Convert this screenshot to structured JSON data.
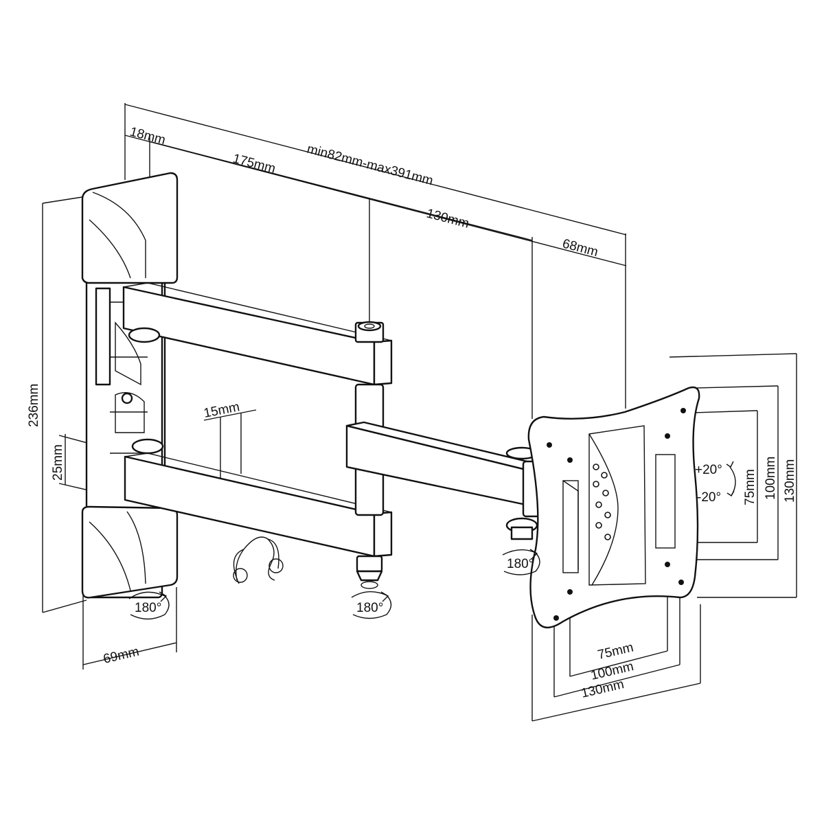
{
  "dimensions": {
    "wall_plate_offset": "18mm",
    "arm_first_segment": "175mm",
    "extension_range": "min82mm-max391mm",
    "arm_second_segment": "130mm",
    "head_depth": "68mm",
    "total_height": "236mm",
    "arm_thickness": "15mm",
    "arm_width": "25mm",
    "wall_plate_width": "69mm"
  },
  "rotation": {
    "wall_pivot": "180°",
    "elbow_pivot": "180°",
    "head_pivot": "180°"
  },
  "tilt": {
    "up": "+20°",
    "down": "-20°"
  },
  "vesa": {
    "vertical_75": "75mm",
    "vertical_100": "100mm",
    "vertical_130": "130mm",
    "horizontal_75": "75mm",
    "horizontal_100": "100mm",
    "horizontal_130": "130mm"
  }
}
